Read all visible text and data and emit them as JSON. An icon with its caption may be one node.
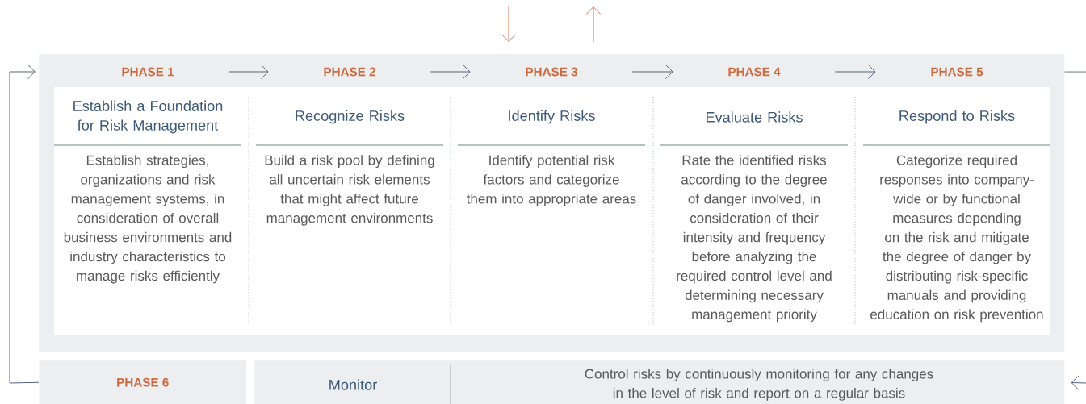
{
  "diagram": {
    "nodes": [
      {
        "text": [],
        "shape": "box"
      },
      {
        "text": [
          "PHASE 1",
          "Establish a Foundation for Risk Management",
          "Establish strategies, organizations and risk management systems, in consideration of overall business environments and industry characteristics to manage risks efficiently"
        ],
        "in": 0
      },
      {
        "text": [
          "PHASE 2",
          "Recognize Risks",
          "Build a risk pool by defining all uncertain risk elements that might affect future management environments"
        ],
        "in": 0
      },
      {
        "text": [
          "PHASE 3",
          "Identify Risks",
          "Identify potential risk factors and categorize them into appropriate areas"
        ],
        "in": 0
      },
      {
        "text": [
          "PHASE 4",
          "Evaluate Risks",
          "Rate the identified risks according to the degree of danger involved, in consideration of their intensity and frequency before analyzing the required control level and determining necessary management priority"
        ],
        "in": 0
      },
      {
        "text": [
          "PHASE 5",
          "Respond to Risks",
          "Categorize required responses into company-wide or by functional measures depending on the risk and mitigate the degree of danger by distributing risk-specific manuals and providing education on risk prevention"
        ],
        "in": 0
      },
      {
        "text": [
          "PHASE 6"
        ]
      },
      {
        "text": [
          "Monitor",
          "Control risks by continuously monitoring for any changes in the level of risk and report on a regular basis"
        ]
      }
    ],
    "edges": [
      {
        "from": 1,
        "to": 2,
        "arrow": "to"
      },
      {
        "from": 2,
        "to": 3,
        "arrow": "to"
      },
      {
        "from": 3,
        "to": 4,
        "arrow": "to"
      },
      {
        "from": 4,
        "to": 5,
        "arrow": "to"
      },
      {
        "from": null,
        "to": 0,
        "arrow": "to",
        "color": "#d0693f"
      },
      {
        "from": 0,
        "to": null,
        "arrow": "to",
        "color": "#d0693f"
      },
      {
        "from": 6,
        "to": 0,
        "arrow": "to"
      },
      {
        "from": 0,
        "to": null,
        "arrow": "none"
      },
      {
        "from": null,
        "to": 7,
        "arrow": "to"
      }
    ]
  }
}
